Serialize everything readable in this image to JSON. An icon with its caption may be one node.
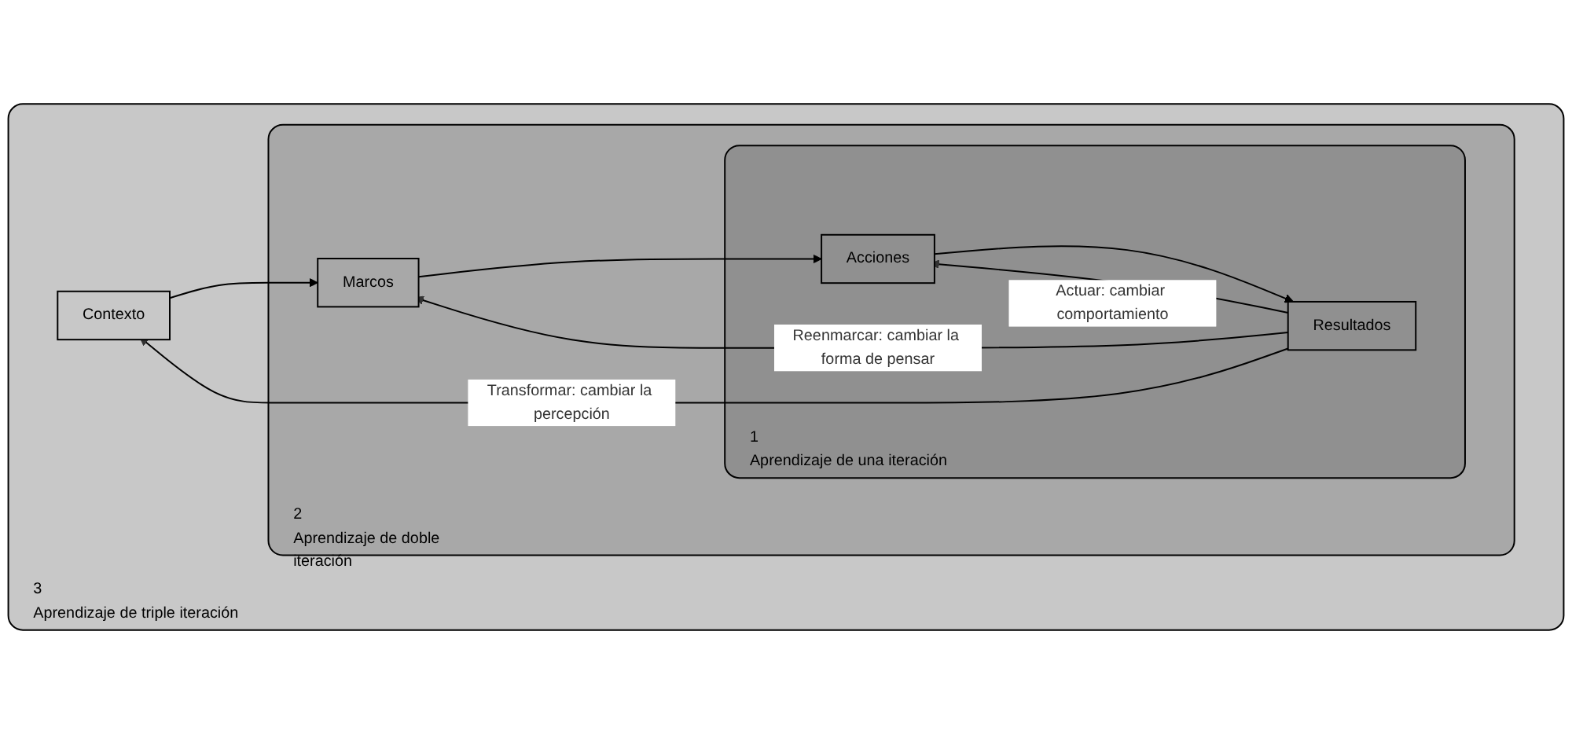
{
  "diagram": {
    "nodes": [
      {
        "text": [
          "3",
          "Aprendizaje de triple iteración"
        ]
      },
      {
        "text": [
          "Contexto"
        ],
        "in": 0
      },
      {
        "text": [
          "2",
          "Aprendizaje de doble iteración"
        ],
        "in": 0
      },
      {
        "text": [
          "Marcos"
        ],
        "in": 2
      },
      {
        "text": [
          "1",
          "Aprendizaje de una iteración"
        ],
        "in": 2
      },
      {
        "text": [
          "Acciones"
        ],
        "in": 4
      },
      {
        "text": [
          "Resultados"
        ],
        "in": 4
      }
    ],
    "edges": [
      {
        "from": 1,
        "to": 3,
        "arrow": "to"
      },
      {
        "from": 3,
        "to": 5,
        "arrow": "to"
      },
      {
        "from": 5,
        "to": 6,
        "arrow": "to"
      },
      {
        "from": 6,
        "to": 5,
        "arrow": "to",
        "label": "Actuar: cambiar comportamiento"
      },
      {
        "from": 6,
        "to": 3,
        "arrow": "to",
        "label": "Reenmarcar: cambiar la forma de pensar"
      },
      {
        "from": 6,
        "to": 1,
        "arrow": "to",
        "label": "Transformar: cambiar la percepción"
      }
    ]
  }
}
